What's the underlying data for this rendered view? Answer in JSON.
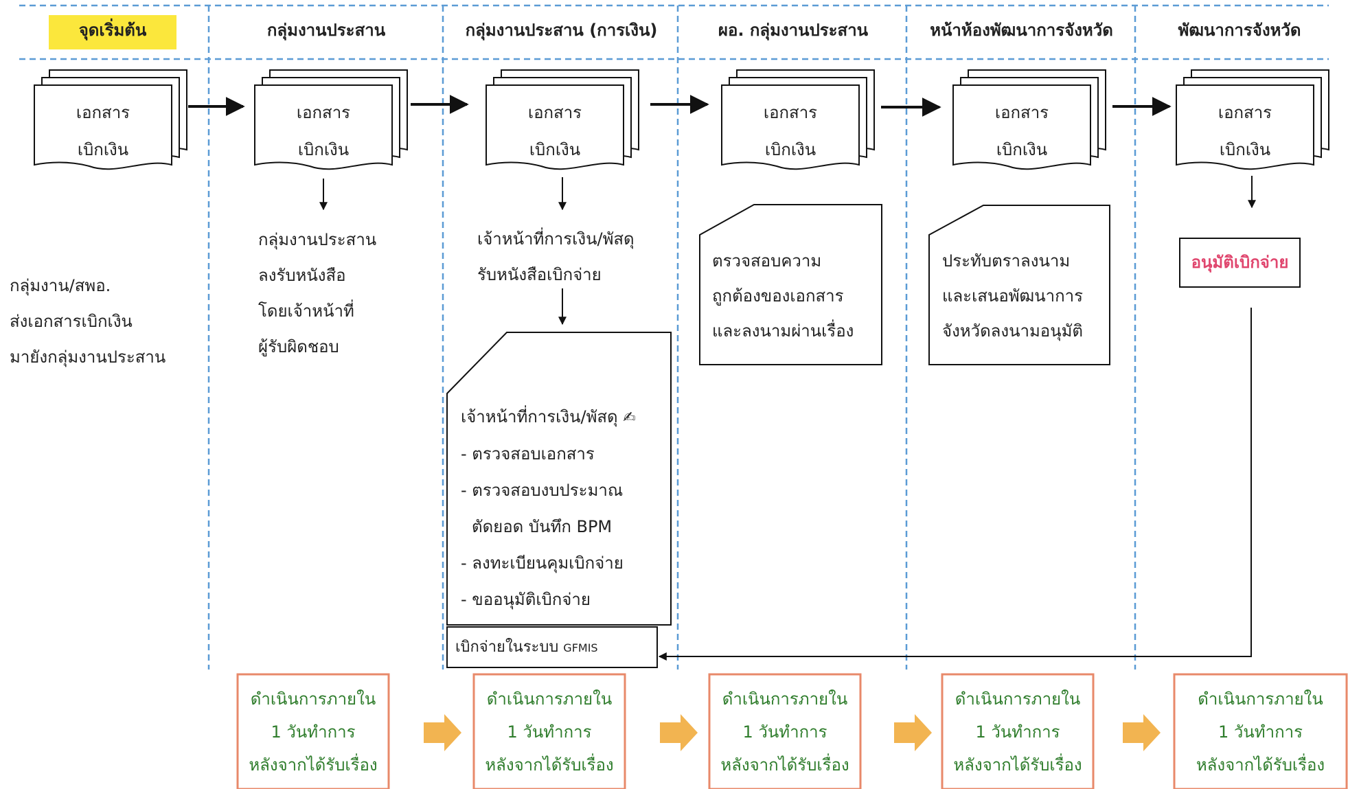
{
  "lanes": [
    {
      "header": "จุดเริ่มต้น"
    },
    {
      "header": "กลุ่มงานประสาน"
    },
    {
      "header": "กลุ่มงานประสาน (การเงิน)"
    },
    {
      "header": "ผอ. กลุ่มงานประสาน"
    },
    {
      "header": "หน้าห้องพัฒนาการจังหวัด"
    },
    {
      "header": "พัฒนาการจังหวัด"
    }
  ],
  "document": {
    "line1": "เอกสาร",
    "line2": "เบิกเงิน"
  },
  "start_text": [
    "กลุ่มงาน/สพอ.",
    "ส่งเอกสารเบิกเงิน",
    "มายังกลุ่มงานประสาน"
  ],
  "lane2_text": [
    "กลุ่มงานประสาน",
    "ลงรับหนังสือ",
    "โดยเจ้าหน้าที่",
    "ผู้รับผิดชอบ"
  ],
  "lane3_text": [
    "เจ้าหน้าที่การเงิน/พัสดุ",
    "รับหนังสือเบิกจ่าย"
  ],
  "lane3_box": {
    "title": "เจ้าหน้าที่การเงิน/พัสดุ",
    "signature_icon": "✍",
    "items": [
      "- ตรวจสอบเอกสาร",
      "- ตรวจสอบงบประมาณ",
      "ตัดยอด บันทึก BPM",
      "- ลงทะเบียนคุมเบิกจ่าย",
      "- ขออนุมัติเบิกจ่าย"
    ]
  },
  "gfmis": {
    "prefix": "เบิกจ่ายในระบบ",
    "system": "GFMIS"
  },
  "lane4_box": [
    "ตรวจสอบความ",
    "ถูกต้องของเอกสาร",
    "และลงนามผ่านเรื่อง"
  ],
  "lane5_box": [
    "ประทับตราลงนาม",
    "และเสนอพัฒนาการ",
    "จังหวัดลงนามอนุมัติ"
  ],
  "approve_label": "อนุมัติเบิกจ่าย",
  "timing": {
    "line1": "ดำเนินการภายใน",
    "line2": "1 วันทำการ",
    "line3": "หลังจากได้รับเรื่อง"
  },
  "colors": {
    "lane_divider": "#5b9bd5",
    "start_highlight": "#fbe73c",
    "approve_text": "#e0466e",
    "timing_border": "#e8896a",
    "timing_text": "#2f7d2c",
    "timing_arrow": "#f2b451"
  }
}
